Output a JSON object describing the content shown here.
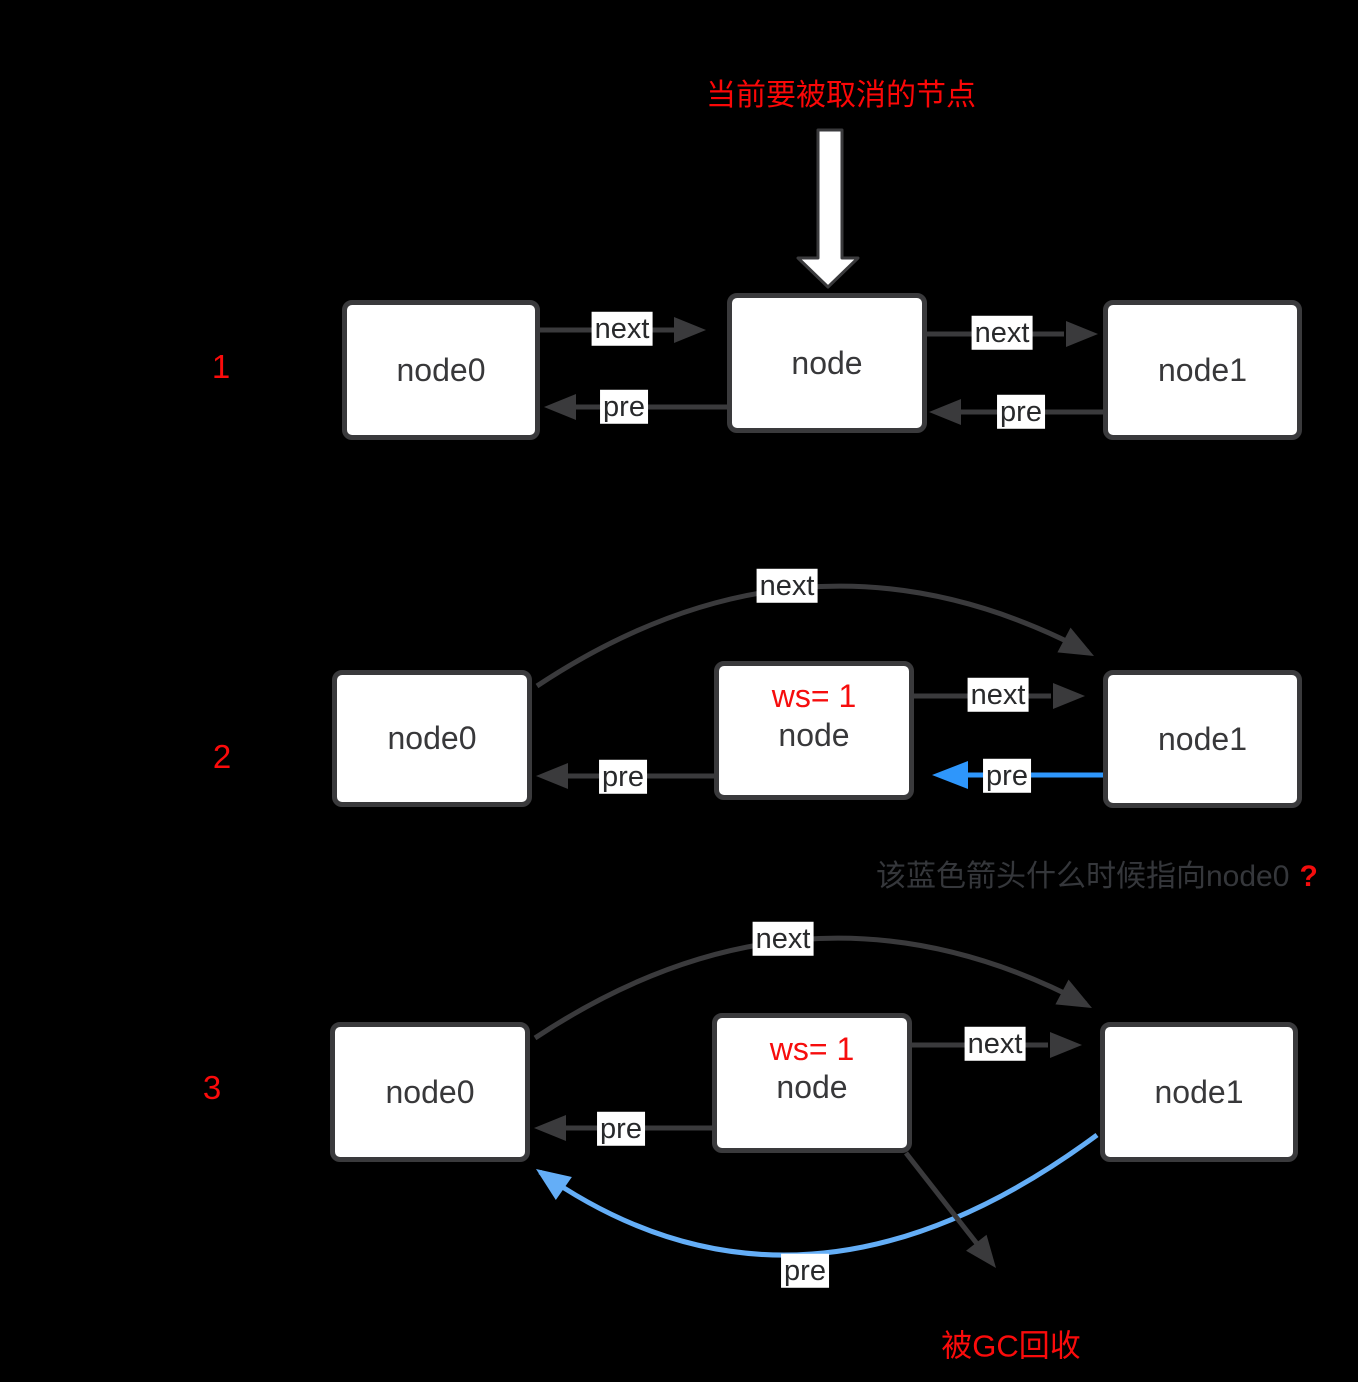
{
  "annotation_title": "当前要被取消的节点",
  "question": {
    "text": "该蓝色箭头什么时候指向node0",
    "mark": "?"
  },
  "gc_label": "被GC回收",
  "colors": {
    "background": "#000000",
    "red": "#fb0b0b",
    "blue_pointer": "#2e96fb",
    "blue_arc": "#64aef7",
    "line_dark": "#3a3a3c",
    "node_fill": "#ffffff"
  },
  "rows": [
    {
      "number": "1",
      "node0": "node0",
      "node": "node",
      "node1": "node1",
      "next_left": "next",
      "pre_left": "pre",
      "next_right": "next",
      "pre_right": "pre"
    },
    {
      "number": "2",
      "node0": "node0",
      "node": "node",
      "node1": "node1",
      "ws": "ws= 1",
      "next_arc": "next",
      "next_right": "next",
      "pre_left": "pre",
      "pre_right": "pre"
    },
    {
      "number": "3",
      "node0": "node0",
      "node": "node",
      "node1": "node1",
      "ws": "ws= 1",
      "next_arc": "next",
      "next_right": "next",
      "pre_left": "pre",
      "pre_arc": "pre"
    }
  ]
}
